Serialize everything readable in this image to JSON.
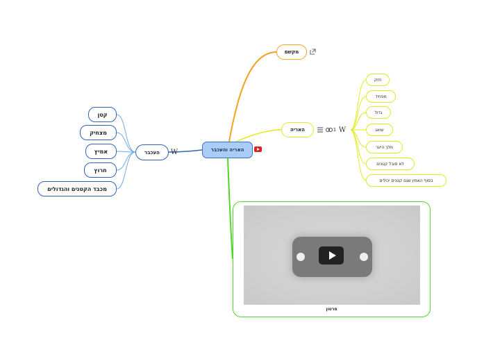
{
  "central": {
    "label": "האריה והעכבר",
    "video_icon": "youtube-icon"
  },
  "branches": {
    "link": {
      "label": "מקשם",
      "icon": "external-link-icon"
    },
    "lion": {
      "label": "האריה",
      "badge_count": "1",
      "badge_icon": "link-icon",
      "wiki_glyph": "W",
      "list_icon": "list-icon",
      "children": [
        "חזק",
        "מפחיד",
        "גדול",
        "שואג",
        "מלך היער",
        "לא סובל קטנים",
        "בסוף האמין שגם קטנים יכולים"
      ]
    },
    "mouse": {
      "label": "העכבר",
      "wiki_glyph": "W",
      "children": [
        "קטן",
        "מצחיק",
        "אמיץ",
        "חרוץ",
        "מכבד הקטנים והגדולים"
      ]
    },
    "video": {
      "caption": "סרטון",
      "play_icon": "play-icon"
    }
  },
  "colors": {
    "central_fill": "#a9cdf7",
    "central_border": "#3a6fc4",
    "orange": "#f3a21b",
    "yellow": "#e2ea1e",
    "blue": "#2e63b8",
    "blue_light": "#6fa8e8",
    "green": "#4fd628"
  }
}
